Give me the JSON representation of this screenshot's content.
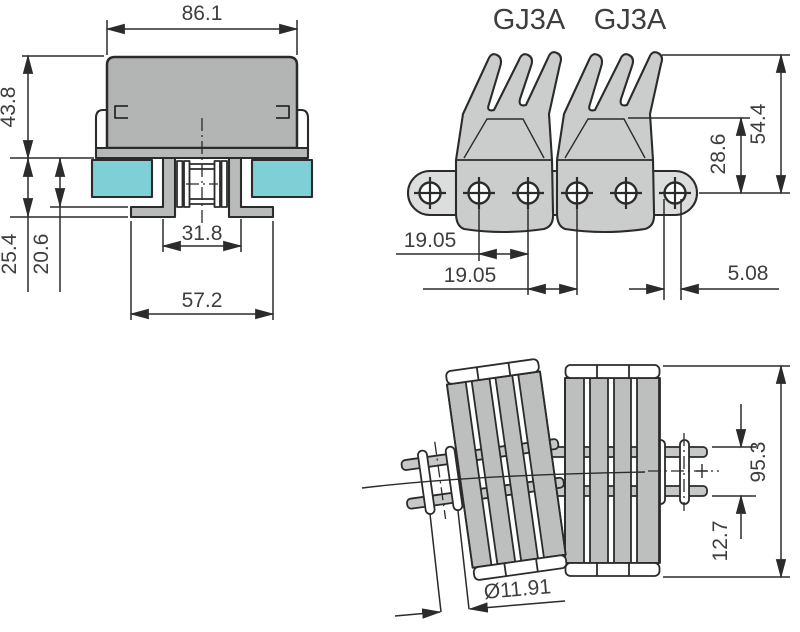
{
  "front_view": {
    "dims": {
      "top_width": "86.1",
      "overall_height": "43.8",
      "base_drop": "25.4",
      "strip_drop": "20.6",
      "inner_width": "31.8",
      "base_width": "57.2"
    }
  },
  "side_view": {
    "attachment_labels": [
      "GJ3A",
      "GJ3A"
    ],
    "dims": {
      "overall_height": "54.4",
      "attachment_height": "28.6",
      "pitch_a": "19.05",
      "pitch_b": "19.05",
      "end_offset": "5.08"
    }
  },
  "top_view": {
    "dims": {
      "overall_width": "95.3",
      "inner_width": "12.7",
      "roller_diameter": "Ø11.91"
    }
  },
  "colors": {
    "teal": "#7FCFD6",
    "plate_gray": "#B3B5B5",
    "hat_gray": "#B9BBBB",
    "strip_gray": "#B7B9B9",
    "bar_gray": "#DCDEDE",
    "clamp_gray": "#CBCDCD",
    "slat_gray": "#BDBFBF",
    "link_gray": "#C6C8C8",
    "line": "#2B2B2B",
    "text": "#3E3E3E",
    "background": "#FFFFFF"
  }
}
